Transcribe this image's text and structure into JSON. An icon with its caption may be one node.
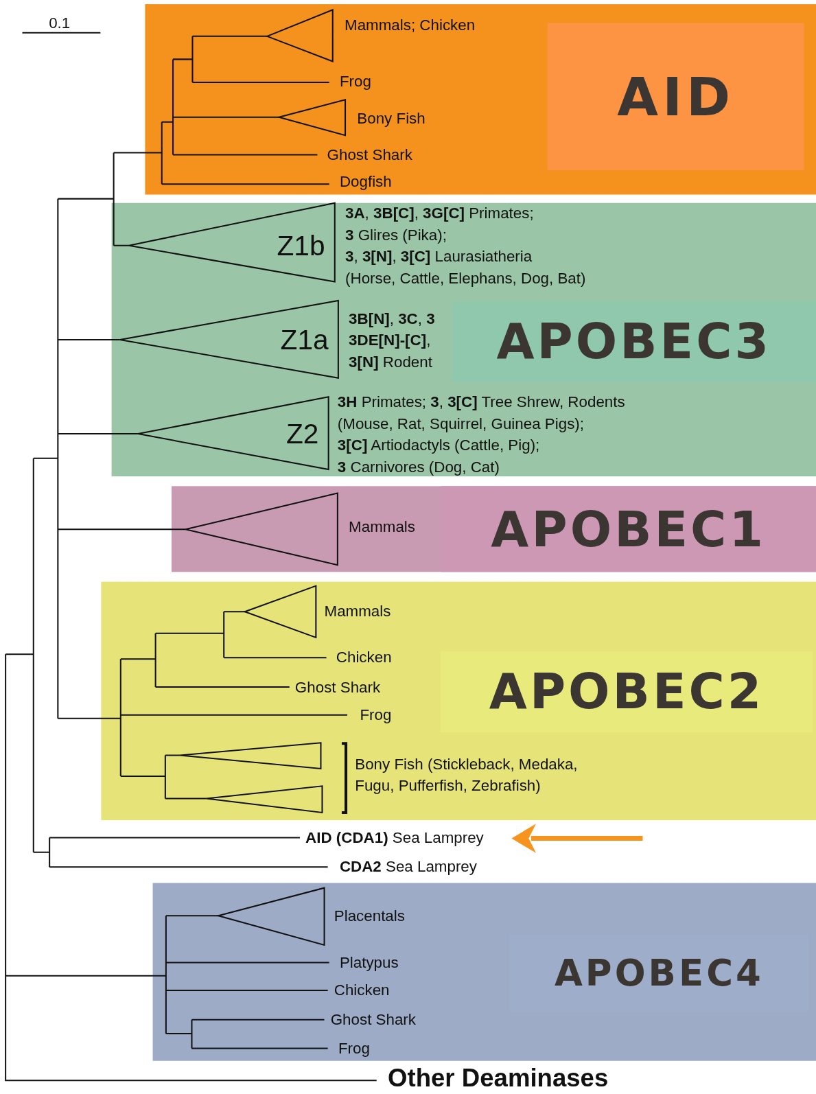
{
  "diagram": {
    "nodes": [
      {
        "text": [
          "AID"
        ]
      },
      {
        "text": [],
        "shape": "triangle",
        "in": 0,
        "beside": [
          "Mammals; Chicken"
        ]
      },
      {
        "text": [],
        "shape": "triangle",
        "in": 0,
        "beside": [
          "Bony Fish"
        ]
      },
      {
        "text": [
          "APOBEC3"
        ]
      },
      {
        "text": [
          "Z1b"
        ],
        "in": 3,
        "beside": [
          "**3A**, **3B[C]**, **3G[C]** Primates;",
          "**3** Glires (Pika);",
          "**3**, **3[N]**, **3[C]** Laurasiatheria",
          "(Horse, Cattle, Elephans, Dog, Bat)"
        ]
      },
      {
        "text": [
          "Z1a"
        ],
        "in": 3,
        "beside": [
          "**3B[N]**, **3C**, **3**",
          "**3DE[N]-[C]**,",
          "**3[N]** Rodent"
        ]
      },
      {
        "text": [
          "Z2"
        ],
        "in": 3,
        "beside": [
          "**3H** Primates; **3**, **3[C]** Tree Shrew, Rodents",
          "(Mouse, Rat, Squirrel, Guinea Pigs);",
          "**3[C]** Artiodactyls (Cattle, Pig);",
          "**3** Carnivores (Dog, Cat)"
        ]
      },
      {
        "text": [
          "APOBEC1"
        ]
      },
      {
        "text": [],
        "shape": "triangle",
        "in": 7,
        "beside": [
          "Mammals"
        ]
      },
      {
        "text": [
          "APOBEC2"
        ]
      },
      {
        "text": [],
        "shape": "triangle",
        "in": 9,
        "beside": [
          "Mammals"
        ]
      },
      {
        "text": [],
        "shape": "triangle",
        "in": 9
      },
      {
        "text": [],
        "shape": "triangle",
        "in": 9
      },
      {
        "text": [
          "**AID (CDA1)** Sea Lamprey"
        ]
      },
      {
        "text": [
          "APOBEC4"
        ]
      },
      {
        "text": [],
        "shape": "triangle",
        "in": 14,
        "beside": [
          "Placentals"
        ]
      }
    ],
    "edges": [
      {
        "from": null,
        "to": 13,
        "arrow": "to",
        "color": "#f7941d"
      }
    ],
    "labels": [
      "0.1",
      "Frog",
      "Ghost Shark",
      "Dogfish",
      "Chicken",
      "Ghost Shark",
      "Frog",
      "Bony Fish (Stickleback, Medaka, Fugu, Pufferfish, Zebrafish)",
      "**CDA2** Sea Lamprey",
      "Platypus",
      "Chicken",
      "Ghost Shark",
      "Frog",
      "Other Deaminases"
    ]
  }
}
